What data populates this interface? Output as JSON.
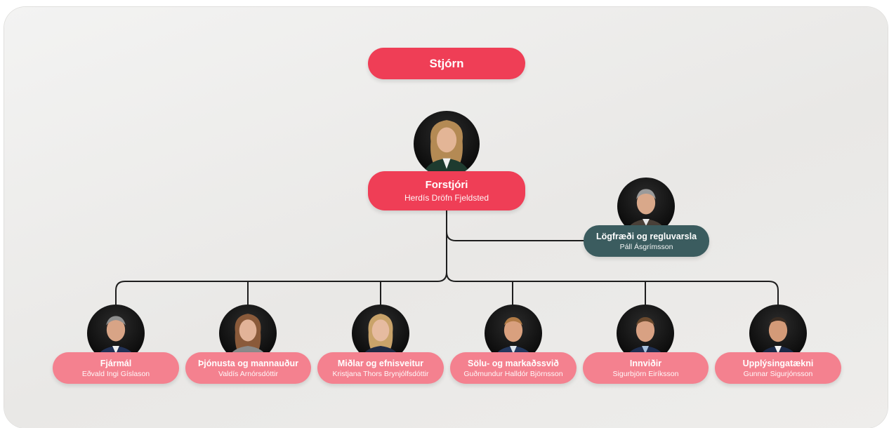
{
  "board": {
    "title": "Stjórn"
  },
  "ceo": {
    "title": "Forstjóri",
    "name": "Herdís Dröfn Fjeldsted"
  },
  "legal": {
    "title": "Lögfræði og regluvarsla",
    "name": "Páll Ásgrímsson"
  },
  "departments": [
    {
      "title": "Fjármál",
      "name": "Eðvald Ingi Gíslason"
    },
    {
      "title": "Þjónusta og mannauður",
      "name": "Valdís Arnórsdóttir"
    },
    {
      "title": "Miðlar og efnisveitur",
      "name": "Kristjana Thors Brynjólfsdóttir"
    },
    {
      "title": "Sölu- og markaðssvið",
      "name": "Guðmundur Halldór Björnsson"
    },
    {
      "title": "Innviðir",
      "name": "Sigurbjörn Eiríksson"
    },
    {
      "title": "Upplýsingatækni",
      "name": "Gunnar Sigurjónsson"
    }
  ],
  "colors": {
    "primary": "#ef3e56",
    "department": "#f4818f",
    "legal": "#3b5c5f",
    "connector": "#1e1e1e"
  }
}
